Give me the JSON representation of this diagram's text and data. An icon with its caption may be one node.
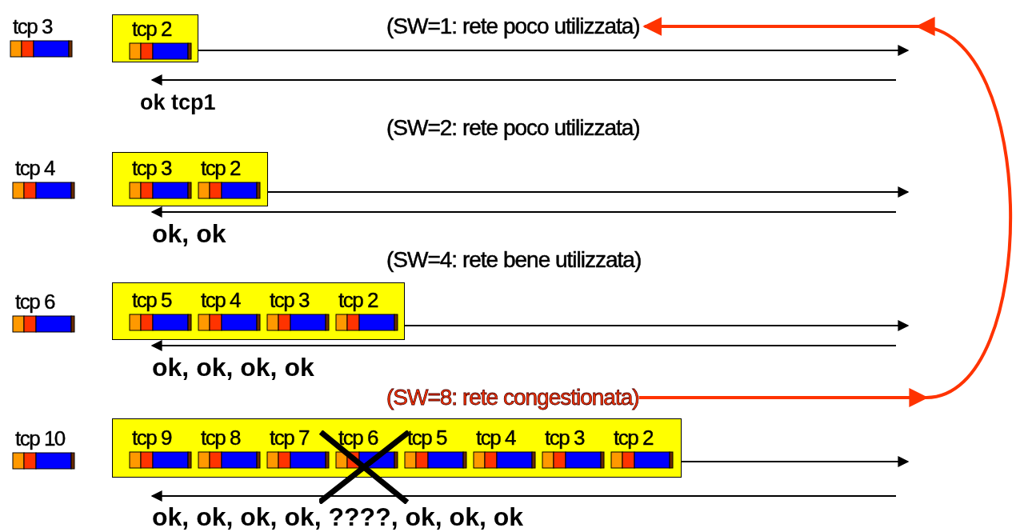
{
  "diagram": {
    "nodes": [
      {
        "text": [
          "tcp 3"
        ]
      },
      {
        "text": [],
        "shape": "box"
      },
      {
        "text": [
          "tcp 2"
        ],
        "in": 1
      },
      {
        "text": [
          "(SW=1: rete poco utilizzata)"
        ]
      },
      {
        "text": [
          "tcp 4"
        ]
      },
      {
        "text": [],
        "shape": "box"
      },
      {
        "text": [
          "tcp 3"
        ],
        "in": 5
      },
      {
        "text": [
          "tcp 2"
        ],
        "in": 5
      },
      {
        "text": [
          "tcp 6"
        ]
      },
      {
        "text": [],
        "shape": "box"
      },
      {
        "text": [
          "tcp 5"
        ],
        "in": 9
      },
      {
        "text": [
          "tcp 4"
        ],
        "in": 9
      },
      {
        "text": [
          "tcp 3"
        ],
        "in": 9
      },
      {
        "text": [
          "tcp 2"
        ],
        "in": 9
      },
      {
        "text": [
          "(SW=8: rete congestionata)"
        ]
      },
      {
        "text": [
          "tcp 10"
        ]
      },
      {
        "text": [],
        "shape": "box"
      },
      {
        "text": [
          "tcp 9"
        ],
        "in": 16
      },
      {
        "text": [
          "tcp 8"
        ],
        "in": 16
      },
      {
        "text": [
          "tcp 7"
        ],
        "in": 16
      },
      {
        "text": [
          "tcp 6"
        ],
        "in": 16
      },
      {
        "text": [
          "tcp 5"
        ],
        "in": 16
      },
      {
        "text": [
          "tcp 4"
        ],
        "in": 16
      },
      {
        "text": [
          "tcp 3"
        ],
        "in": 16
      },
      {
        "text": [
          "tcp 2"
        ],
        "in": 16
      }
    ],
    "edges": [
      {
        "from": 1,
        "to": null,
        "arrow": "to"
      },
      {
        "from": null,
        "to": 1,
        "arrow": "to",
        "label": "ok tcp1"
      },
      {
        "from": 5,
        "to": null,
        "arrow": "to"
      },
      {
        "from": null,
        "to": 5,
        "arrow": "to",
        "label": "ok, ok"
      },
      {
        "from": 9,
        "to": null,
        "arrow": "to"
      },
      {
        "from": null,
        "to": 9,
        "arrow": "to",
        "label": "ok, ok, ok, ok"
      },
      {
        "from": 16,
        "to": null,
        "arrow": "to"
      },
      {
        "from": null,
        "to": 16,
        "arrow": "to",
        "label": "ok, ok, ok, ok, ????, ok, ok, ok"
      },
      {
        "from": 14,
        "to": 3,
        "arrow": "to",
        "style": "thick",
        "color": "#ff3300"
      }
    ],
    "labels": [
      "(SW=2: rete poco utilizzata)",
      "(SW=4: rete bene utilizzata)"
    ]
  }
}
